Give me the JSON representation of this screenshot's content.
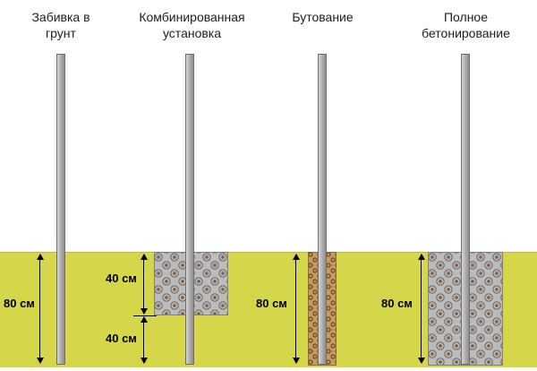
{
  "diagram": {
    "methods": [
      {
        "title": "Забивка в\nгрунт"
      },
      {
        "title": "Комбинированная\nустановка"
      },
      {
        "title": "Бутование"
      },
      {
        "title": "Полное\nбетонирование"
      }
    ],
    "dimensions": {
      "left_depth": "80 см",
      "combo_top": "40 см",
      "combo_bottom": "40 см",
      "mid_depth": "80 см",
      "right_depth": "80 см"
    },
    "colors": {
      "ground": "#d6d64b",
      "post": "#ababab",
      "concrete": "#bcbcbc",
      "rubble": "#c89a5e",
      "text": "#1d1d1d"
    }
  }
}
